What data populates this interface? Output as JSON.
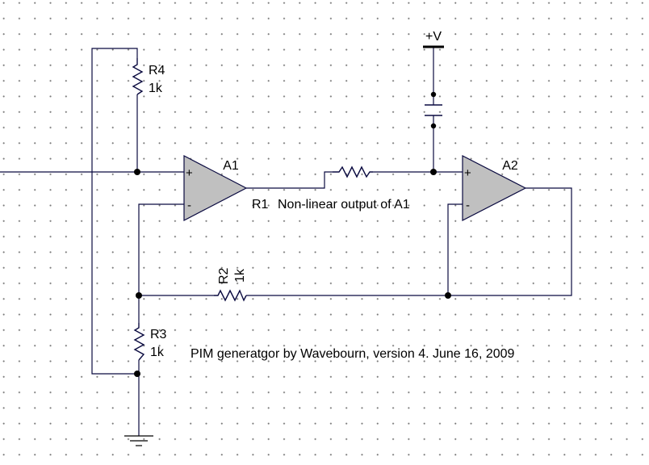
{
  "schematic": {
    "supply_label": "+V",
    "opamp_a1": {
      "name": "A1",
      "plus": "+",
      "minus": "-"
    },
    "opamp_a2": {
      "name": "A2",
      "plus": "+",
      "minus": "-"
    },
    "r1": {
      "name": "R1"
    },
    "r2": {
      "name": "R2",
      "value": "1k"
    },
    "r3": {
      "name": "R3",
      "value": "1k"
    },
    "r4": {
      "name": "R4",
      "value": "1k"
    },
    "annotation_output": "Non-linear output of A1",
    "caption": "PIM generatgor by Wavebourn, version 4. June 16, 2009"
  },
  "colors": {
    "background": "#ffffff",
    "grid_dots": "#7a7a7a",
    "wire": "#0a0a40",
    "opamp_fill": "#c0c0c0"
  }
}
